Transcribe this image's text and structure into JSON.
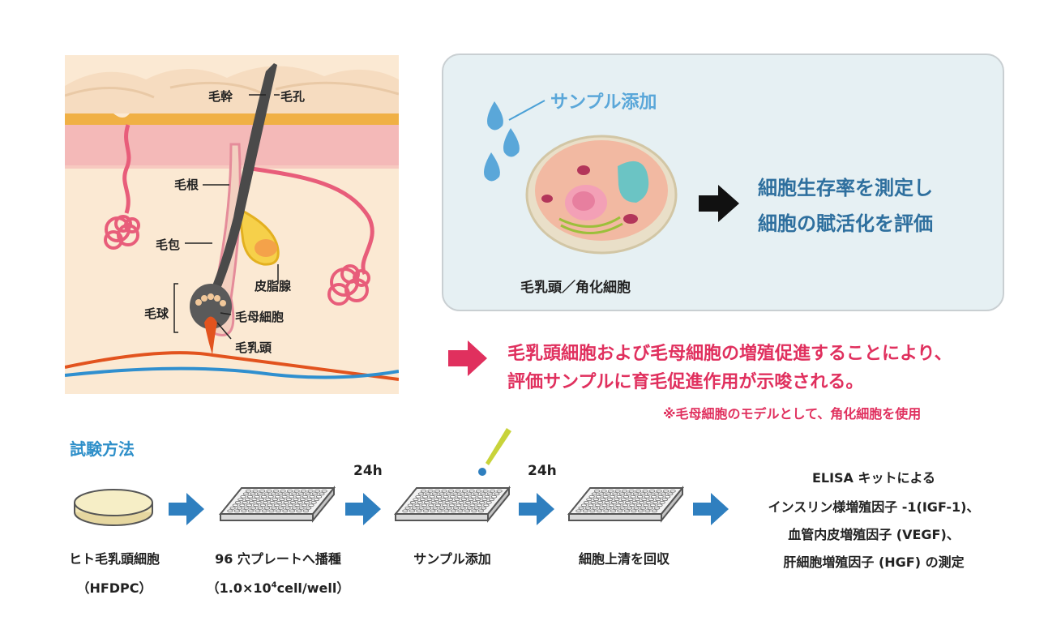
{
  "skin": {
    "labels": {
      "shaft": "毛幹",
      "pore": "毛孔",
      "root": "毛根",
      "follicle": "毛包",
      "sebaceous": "皮脂腺",
      "bulb": "毛球",
      "matrix": "毛母細胞",
      "papilla": "毛乳頭"
    }
  },
  "panel": {
    "sample_label": "サンプル添加",
    "cell_caption": "毛乳頭／角化細胞",
    "result_line1": "細胞生存率を測定し",
    "result_line2": "細胞の賦活化を評価"
  },
  "conclusion": {
    "line1": "毛乳頭細胞および毛母細胞の増殖促進することにより、",
    "line2": "評価サンプルに育毛促進作用が示唆される。",
    "note": "※毛母細胞のモデルとして、角化細胞を使用"
  },
  "method": {
    "title": "試験方法",
    "steps": [
      {
        "line1": "ヒト毛乳頭細胞",
        "line2": "（HFDPC）"
      },
      {
        "line1": "96 穴プレートへ播種",
        "line2_a": "（1.0×10",
        "line2_sup": "4",
        "line2_b": "cell/well）"
      },
      {
        "line1": "サンプル添加"
      },
      {
        "line1": "細胞上清を回収"
      }
    ],
    "hours_1": "24h",
    "hours_2": "24h",
    "elisa": [
      "ELISA キットによる",
      "インスリン様増殖因子 -1(IGF-1)、",
      "血管内皮増殖因子 (VEGF)、",
      "肝細胞増殖因子 (HGF) の測定"
    ]
  },
  "colors": {
    "blue_arrow": "#2f7fbf",
    "pink_accent": "#e0305e",
    "result_blue": "#2e6f9e",
    "panel_bg": "#e6f0f3"
  }
}
